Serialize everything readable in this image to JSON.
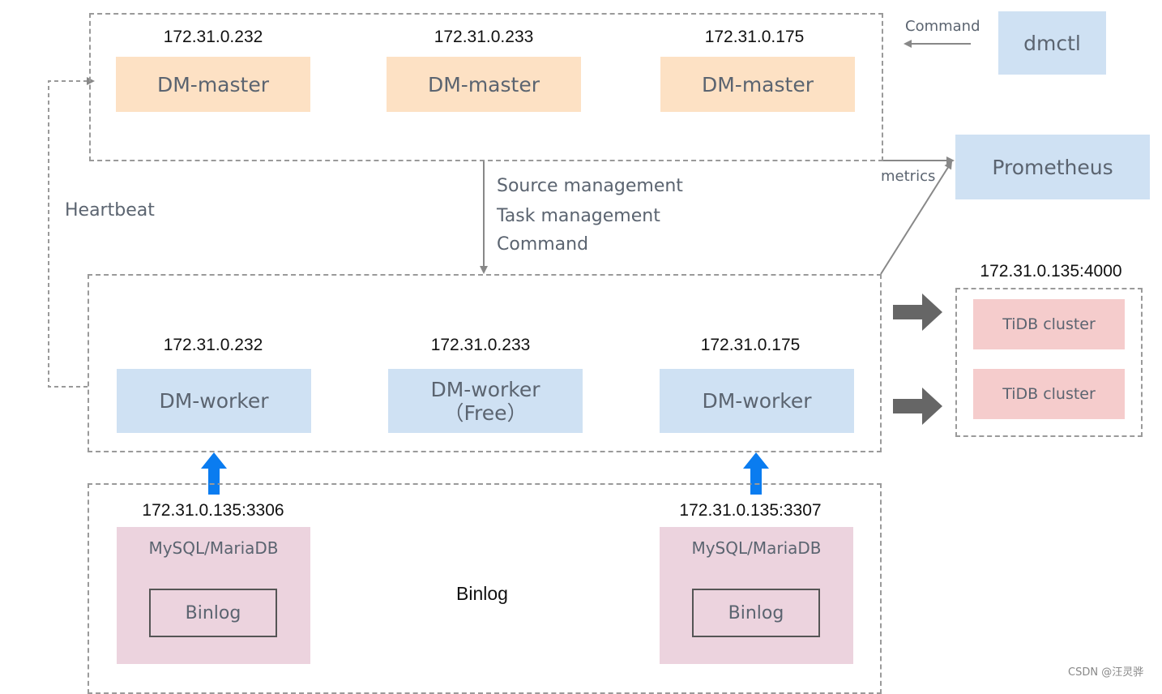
{
  "masters": {
    "ips": [
      "172.31.0.232",
      "172.31.0.233",
      "172.31.0.175"
    ],
    "label": "DM-master"
  },
  "dmctl": {
    "label": "dmctl",
    "command_label": "Command"
  },
  "prometheus": {
    "label": "Prometheus",
    "metrics_label": "metrics"
  },
  "heartbeat_label": "Heartbeat",
  "middle_labels": [
    "Source management",
    "Task management",
    "Command"
  ],
  "workers": {
    "ips": [
      "172.31.0.232",
      "172.31.0.233",
      "172.31.0.175"
    ],
    "label": "DM-worker",
    "free_label": "（Free）"
  },
  "tidb": {
    "address": "172.31.0.135:4000",
    "clusters": [
      "TiDB cluster",
      "TiDB cluster"
    ]
  },
  "sources": {
    "items": [
      {
        "address": "172.31.0.135:3306",
        "db": "MySQL/MariaDB",
        "binlog": "Binlog"
      },
      {
        "address": "172.31.0.135:3307",
        "db": "MySQL/MariaDB",
        "binlog": "Binlog"
      }
    ],
    "center_label": "Binlog"
  },
  "watermark": "CSDN @汪灵骅",
  "colors": {
    "master_fill": "#fde1c4",
    "worker_fill": "#cfe1f3",
    "tidb_fill": "#f5cccc",
    "mysql_fill": "#ecd3de",
    "blue_arrow": "#0a7cf0",
    "gray_arrow": "#666666"
  }
}
